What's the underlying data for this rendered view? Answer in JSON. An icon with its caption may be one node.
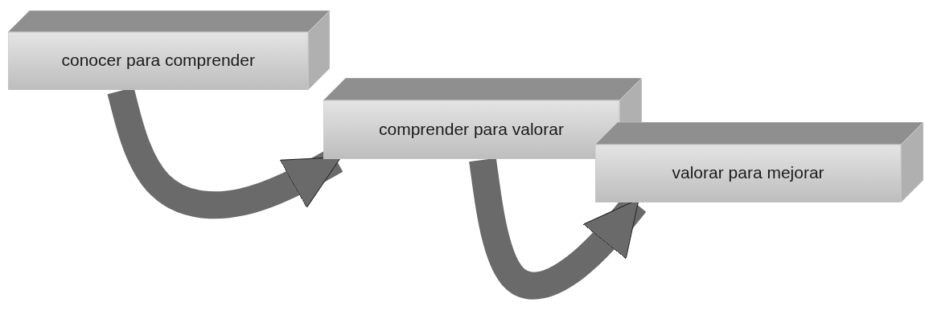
{
  "diagram": {
    "nodes": [
      {
        "text": [
          "conocer para comprender"
        ]
      },
      {
        "text": [
          "comprender para valorar"
        ]
      },
      {
        "text": [
          "valorar para mejorar"
        ]
      }
    ],
    "edges": [
      {
        "from": 0,
        "to": 1,
        "arrow": "to"
      },
      {
        "from": 1,
        "to": 2,
        "arrow": "to"
      }
    ]
  }
}
